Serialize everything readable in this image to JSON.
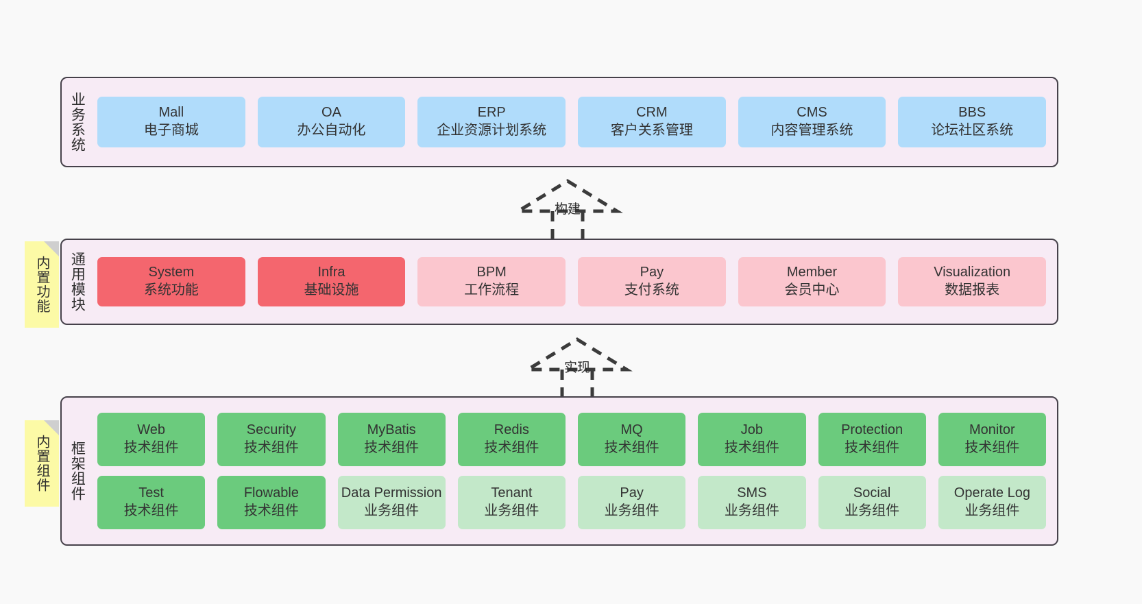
{
  "diagram": {
    "title": "ruoyi-vue-pro architecture layers",
    "colors": {
      "background": "#f9f9f9",
      "container_fill": "#f7ebf5",
      "container_border": "#46414a",
      "business_node": "#b0dcfb",
      "module_primary": "#f4666e",
      "module_secondary": "#fbc6ce",
      "tech_component": "#6bcb7d",
      "biz_component": "#c3e8c9",
      "note_fill": "#fcfaa6",
      "note_fold": "#cfcfcf",
      "text": "#333333"
    }
  },
  "layers": {
    "business": {
      "title": "业务系统",
      "nodes": [
        {
          "en": "Mall",
          "cn": "电子商城"
        },
        {
          "en": "OA",
          "cn": "办公自动化"
        },
        {
          "en": "ERP",
          "cn": "企业资源计划系统"
        },
        {
          "en": "CRM",
          "cn": "客户关系管理"
        },
        {
          "en": "CMS",
          "cn": "内容管理系统"
        },
        {
          "en": "BBS",
          "cn": "论坛社区系统"
        }
      ]
    },
    "modules": {
      "title": "通用模块",
      "note": "内置功能",
      "nodes": [
        {
          "en": "System",
          "cn": "系统功能",
          "variant": "primary"
        },
        {
          "en": "Infra",
          "cn": "基础设施",
          "variant": "primary"
        },
        {
          "en": "BPM",
          "cn": "工作流程",
          "variant": "secondary"
        },
        {
          "en": "Pay",
          "cn": "支付系统",
          "variant": "secondary"
        },
        {
          "en": "Member",
          "cn": "会员中心",
          "variant": "secondary"
        },
        {
          "en": "Visualization",
          "cn": "数据报表",
          "variant": "secondary"
        }
      ]
    },
    "framework": {
      "title": "框架组件",
      "note": "内置组件",
      "row1": [
        {
          "en": "Web",
          "cn": "技术组件"
        },
        {
          "en": "Security",
          "cn": "技术组件"
        },
        {
          "en": "MyBatis",
          "cn": "技术组件"
        },
        {
          "en": "Redis",
          "cn": "技术组件"
        },
        {
          "en": "MQ",
          "cn": "技术组件"
        },
        {
          "en": "Job",
          "cn": "技术组件"
        },
        {
          "en": "Protection",
          "cn": "技术组件"
        },
        {
          "en": "Monitor",
          "cn": "技术组件"
        }
      ],
      "row2": [
        {
          "en": "Test",
          "cn": "技术组件",
          "variant": "tech"
        },
        {
          "en": "Flowable",
          "cn": "技术组件",
          "variant": "tech"
        },
        {
          "en": "Data Permission",
          "cn": "业务组件",
          "variant": "biz"
        },
        {
          "en": "Tenant",
          "cn": "业务组件",
          "variant": "biz"
        },
        {
          "en": "Pay",
          "cn": "业务组件",
          "variant": "biz"
        },
        {
          "en": "SMS",
          "cn": "业务组件",
          "variant": "biz"
        },
        {
          "en": "Social",
          "cn": "业务组件",
          "variant": "biz"
        },
        {
          "en": "Operate Log",
          "cn": "业务组件",
          "variant": "biz"
        }
      ]
    }
  },
  "connectors": [
    {
      "label": "构建",
      "from": "modules",
      "to": "business",
      "style": "dashed-generalization"
    },
    {
      "label": "实现",
      "from": "framework",
      "to": "modules",
      "style": "dashed-generalization"
    }
  ]
}
